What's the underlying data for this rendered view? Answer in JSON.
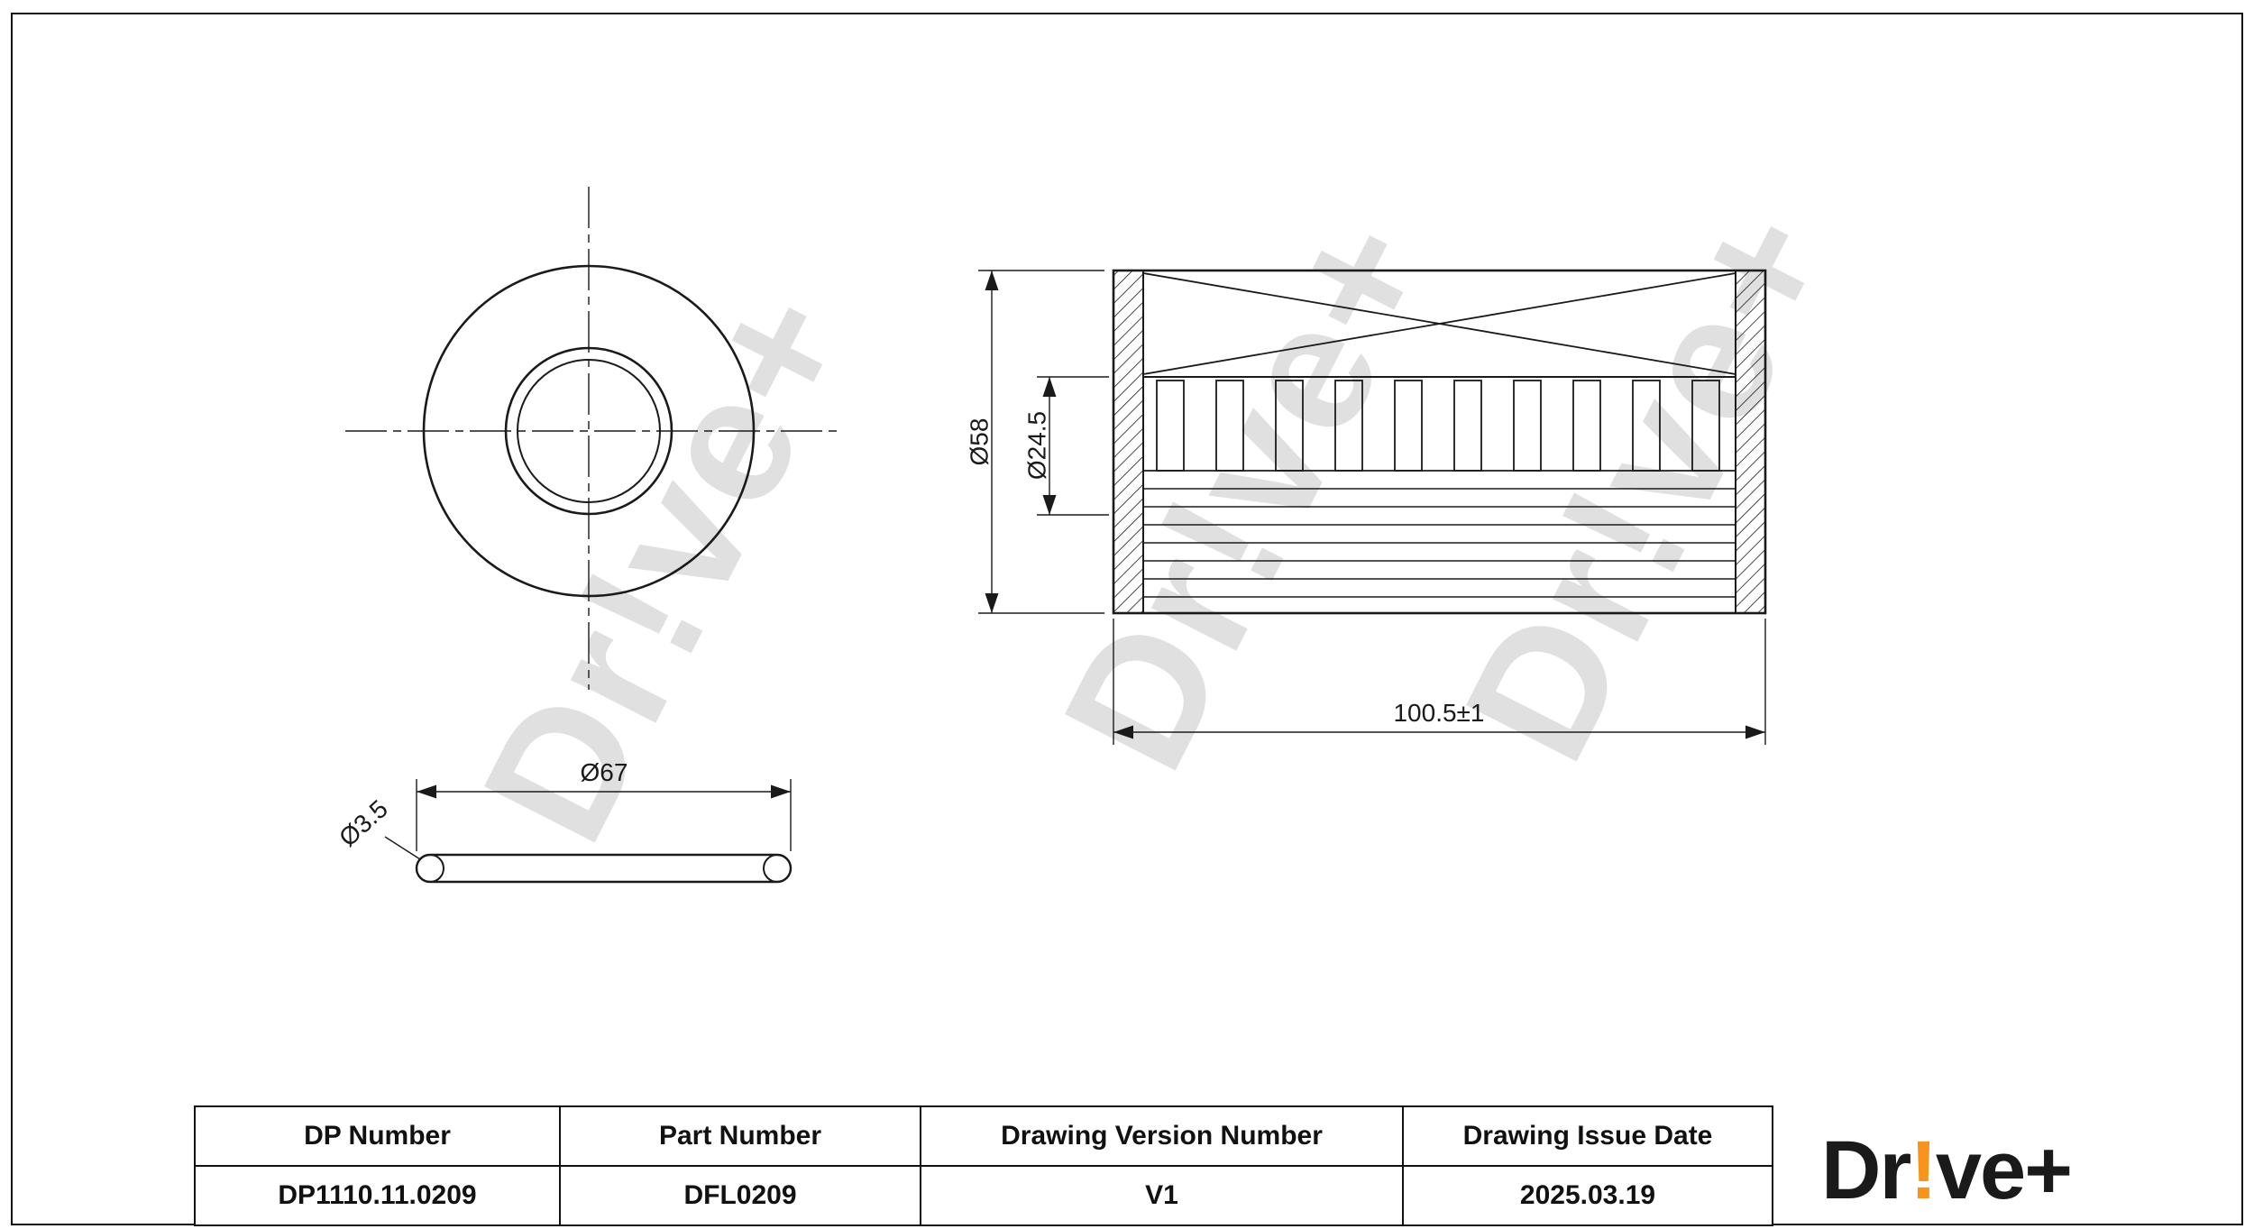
{
  "watermark": {
    "text": "Dr!ve+"
  },
  "dimensions": {
    "cartridge_outer_diameter": "Ø58",
    "cartridge_inner_diameter": "Ø24.5",
    "cartridge_length": "100.5±1",
    "oring_outer_diameter": "Ø67",
    "oring_cross_section": "Ø3.5"
  },
  "title_block": {
    "columns": [
      {
        "header": "DP Number",
        "value": "DP1110.11.0209"
      },
      {
        "header": "Part Number",
        "value": "DFL0209"
      },
      {
        "header": "Drawing Version Number",
        "value": "V1"
      },
      {
        "header": "Drawing Issue Date",
        "value": "2025.03.19"
      }
    ]
  },
  "logo": {
    "prefix": "Dr",
    "accent": "!",
    "suffix": "ve+",
    "accent_color": "#F7941D",
    "text_color": "#1a1a1a"
  }
}
